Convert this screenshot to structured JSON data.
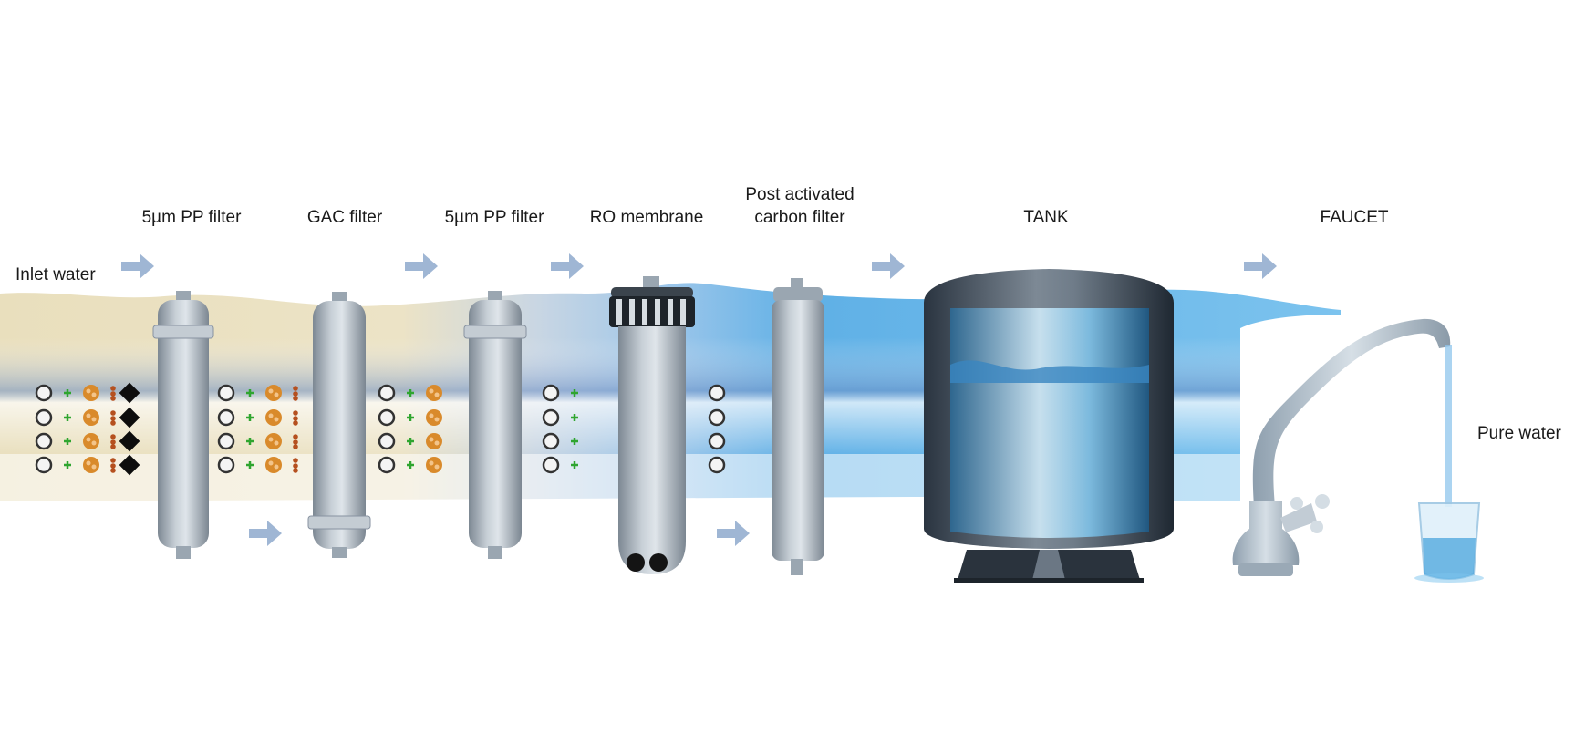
{
  "labels": {
    "inlet": "Inlet water",
    "pure": "Pure water",
    "stage1": "5µm PP filter",
    "stage2": "GAC filter",
    "stage3": "5µm PP filter",
    "stage4": "RO membrane",
    "stage5_line1": "Post activated",
    "stage5_line2": "carbon filter",
    "tank": "TANK",
    "faucet": "FAUCET"
  },
  "colors": {
    "dirty_water": "#e8dfc0",
    "clean_water": "#6fb8e6",
    "filter_body": "#a9b4bf",
    "arrow": "#9fb6d4",
    "tank_body": "#2f3b47",
    "contaminant_orange": "#d98a2b",
    "contaminant_green": "#2fa52f",
    "contaminant_brown": "#b5501f"
  }
}
